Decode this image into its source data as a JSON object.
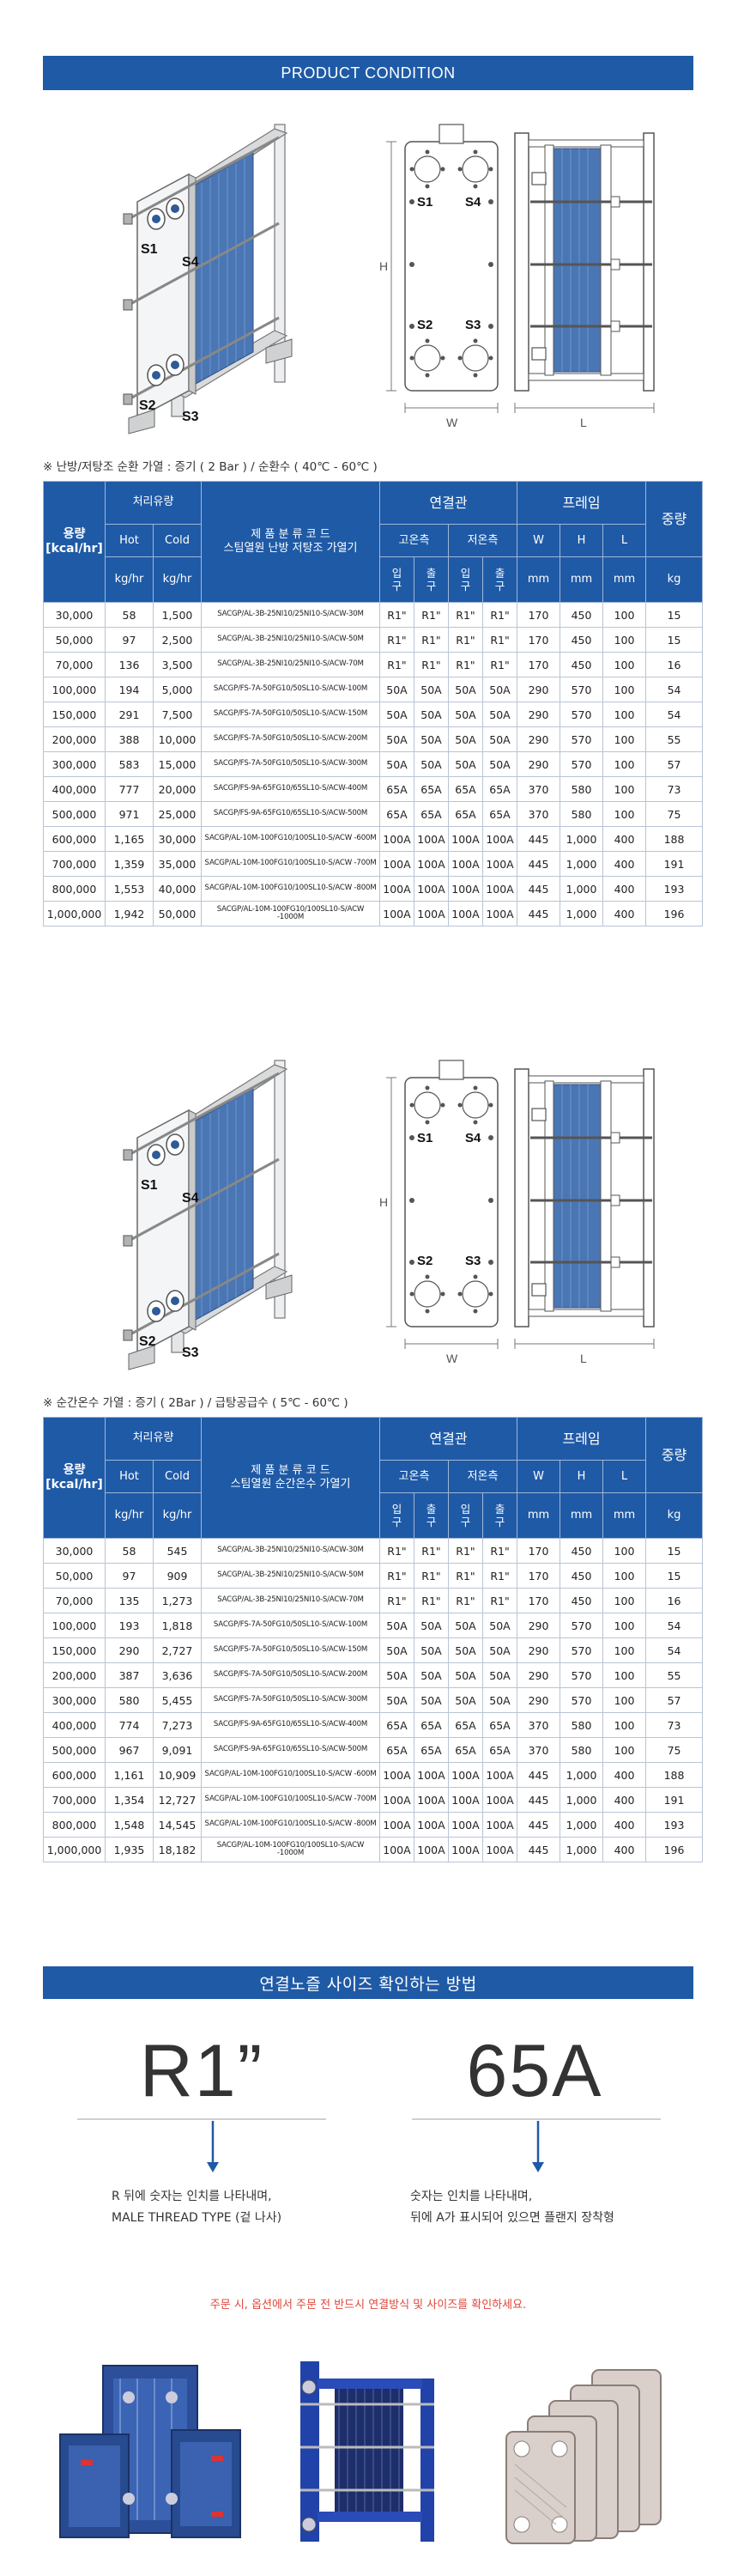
{
  "banner_top": "PRODUCT CONDITION",
  "illustration": {
    "labels": {
      "s1": "S1",
      "s2": "S2",
      "s3": "S3",
      "s4": "S4",
      "h": "H",
      "w": "W",
      "l": "L"
    }
  },
  "section1": {
    "caption": "※ 난방/저탕조 순환 가열 : 증기 ( 2 Bar ) / 순환수 ( 40℃ - 60℃ )",
    "product_title_line1": "제 품 분 류 코 드",
    "product_title_line2": "스팀열원 난방 저탕조 가열기"
  },
  "section2": {
    "caption": "※ 순간온수 가열 : 증기 ( 2Bar ) / 급탕공급수 ( 5℃ - 60℃ )",
    "product_title_line1": "제 품 분 류 코 드",
    "product_title_line2": "스팀열원 순간온수 가열기"
  },
  "headers": {
    "capacity_line1": "용량",
    "capacity_line2": "[kcal/hr]",
    "flow": "처리유량",
    "hot": "Hot",
    "cold": "Cold",
    "kghr": "kg/hr",
    "connection": "연결관",
    "high_side": "고온측",
    "low_side": "저온측",
    "inlet": "입구",
    "outlet": "출구",
    "frame": "프레임",
    "W": "W",
    "H": "H",
    "L": "L",
    "mm": "mm",
    "weight": "중량",
    "kg": "kg"
  },
  "table1": [
    [
      "30,000",
      "58",
      "1,500",
      "SACGP/AL-3B-25NI10/25NI10-S/ACW-30M",
      "R1\"",
      "R1\"",
      "R1\"",
      "R1\"",
      "170",
      "450",
      "100",
      "15"
    ],
    [
      "50,000",
      "97",
      "2,500",
      "SACGP/AL-3B-25NI10/25NI10-S/ACW-50M",
      "R1\"",
      "R1\"",
      "R1\"",
      "R1\"",
      "170",
      "450",
      "100",
      "15"
    ],
    [
      "70,000",
      "136",
      "3,500",
      "SACGP/AL-3B-25NI10/25NI10-S/ACW-70M",
      "R1\"",
      "R1\"",
      "R1\"",
      "R1\"",
      "170",
      "450",
      "100",
      "16"
    ],
    [
      "100,000",
      "194",
      "5,000",
      "SACGP/FS-7A-50FG10/50SL10-S/ACW-100M",
      "50A",
      "50A",
      "50A",
      "50A",
      "290",
      "570",
      "100",
      "54"
    ],
    [
      "150,000",
      "291",
      "7,500",
      "SACGP/FS-7A-50FG10/50SL10-S/ACW-150M",
      "50A",
      "50A",
      "50A",
      "50A",
      "290",
      "570",
      "100",
      "54"
    ],
    [
      "200,000",
      "388",
      "10,000",
      "SACGP/FS-7A-50FG10/50SL10-S/ACW-200M",
      "50A",
      "50A",
      "50A",
      "50A",
      "290",
      "570",
      "100",
      "55"
    ],
    [
      "300,000",
      "583",
      "15,000",
      "SACGP/FS-7A-50FG10/50SL10-S/ACW-300M",
      "50A",
      "50A",
      "50A",
      "50A",
      "290",
      "570",
      "100",
      "57"
    ],
    [
      "400,000",
      "777",
      "20,000",
      "SACGP/FS-9A-65FG10/65SL10-S/ACW-400M",
      "65A",
      "65A",
      "65A",
      "65A",
      "370",
      "580",
      "100",
      "73"
    ],
    [
      "500,000",
      "971",
      "25,000",
      "SACGP/FS-9A-65FG10/65SL10-S/ACW-500M",
      "65A",
      "65A",
      "65A",
      "65A",
      "370",
      "580",
      "100",
      "75"
    ],
    [
      "600,000",
      "1,165",
      "30,000",
      "SACGP/AL-10M-100FG10/100SL10-S/ACW -600M",
      "100A",
      "100A",
      "100A",
      "100A",
      "445",
      "1,000",
      "400",
      "188"
    ],
    [
      "700,000",
      "1,359",
      "35,000",
      "SACGP/AL-10M-100FG10/100SL10-S/ACW -700M",
      "100A",
      "100A",
      "100A",
      "100A",
      "445",
      "1,000",
      "400",
      "191"
    ],
    [
      "800,000",
      "1,553",
      "40,000",
      "SACGP/AL-10M-100FG10/100SL10-S/ACW -800M",
      "100A",
      "100A",
      "100A",
      "100A",
      "445",
      "1,000",
      "400",
      "193"
    ],
    [
      "1,000,000",
      "1,942",
      "50,000",
      "SACGP/AL-10M-100FG10/100SL10-S/ACW -1000M",
      "100A",
      "100A",
      "100A",
      "100A",
      "445",
      "1,000",
      "400",
      "196"
    ]
  ],
  "table2": [
    [
      "30,000",
      "58",
      "545",
      "SACGP/AL-3B-25NI10/25NI10-S/ACW-30M",
      "R1\"",
      "R1\"",
      "R1\"",
      "R1\"",
      "170",
      "450",
      "100",
      "15"
    ],
    [
      "50,000",
      "97",
      "909",
      "SACGP/AL-3B-25NI10/25NI10-S/ACW-50M",
      "R1\"",
      "R1\"",
      "R1\"",
      "R1\"",
      "170",
      "450",
      "100",
      "15"
    ],
    [
      "70,000",
      "135",
      "1,273",
      "SACGP/AL-3B-25NI10/25NI10-S/ACW-70M",
      "R1\"",
      "R1\"",
      "R1\"",
      "R1\"",
      "170",
      "450",
      "100",
      "16"
    ],
    [
      "100,000",
      "193",
      "1,818",
      "SACGP/FS-7A-50FG10/50SL10-S/ACW-100M",
      "50A",
      "50A",
      "50A",
      "50A",
      "290",
      "570",
      "100",
      "54"
    ],
    [
      "150,000",
      "290",
      "2,727",
      "SACGP/FS-7A-50FG10/50SL10-S/ACW-150M",
      "50A",
      "50A",
      "50A",
      "50A",
      "290",
      "570",
      "100",
      "54"
    ],
    [
      "200,000",
      "387",
      "3,636",
      "SACGP/FS-7A-50FG10/50SL10-S/ACW-200M",
      "50A",
      "50A",
      "50A",
      "50A",
      "290",
      "570",
      "100",
      "55"
    ],
    [
      "300,000",
      "580",
      "5,455",
      "SACGP/FS-7A-50FG10/50SL10-S/ACW-300M",
      "50A",
      "50A",
      "50A",
      "50A",
      "290",
      "570",
      "100",
      "57"
    ],
    [
      "400,000",
      "774",
      "7,273",
      "SACGP/FS-9A-65FG10/65SL10-S/ACW-400M",
      "65A",
      "65A",
      "65A",
      "65A",
      "370",
      "580",
      "100",
      "73"
    ],
    [
      "500,000",
      "967",
      "9,091",
      "SACGP/FS-9A-65FG10/65SL10-S/ACW-500M",
      "65A",
      "65A",
      "65A",
      "65A",
      "370",
      "580",
      "100",
      "75"
    ],
    [
      "600,000",
      "1,161",
      "10,909",
      "SACGP/AL-10M-100FG10/100SL10-S/ACW -600M",
      "100A",
      "100A",
      "100A",
      "100A",
      "445",
      "1,000",
      "400",
      "188"
    ],
    [
      "700,000",
      "1,354",
      "12,727",
      "SACGP/AL-10M-100FG10/100SL10-S/ACW -700M",
      "100A",
      "100A",
      "100A",
      "100A",
      "445",
      "1,000",
      "400",
      "191"
    ],
    [
      "800,000",
      "1,548",
      "14,545",
      "SACGP/AL-10M-100FG10/100SL10-S/ACW -800M",
      "100A",
      "100A",
      "100A",
      "100A",
      "445",
      "1,000",
      "400",
      "193"
    ],
    [
      "1,000,000",
      "1,935",
      "18,182",
      "SACGP/AL-10M-100FG10/100SL10-S/ACW -1000M",
      "100A",
      "100A",
      "100A",
      "100A",
      "445",
      "1,000",
      "400",
      "196"
    ]
  ],
  "method": {
    "title": "연결노즐 사이즈 확인하는 방법",
    "left_big": "R1”",
    "left_desc_line1": "R 뒤에 숫자는 인치를 나타내며,",
    "left_desc_line2": "MALE THREAD TYPE (겉 나사)",
    "right_big": "65A",
    "right_desc_line1": "숫자는 인치를 나타내며,",
    "right_desc_line2": "뒤에 A가 표시되어 있으면 플랜지 장착형",
    "note": "주문 시, 옵션에서 주문 전 반드시 연결방식 및 사이즈를 확인하세요."
  },
  "colors": {
    "brand_blue": "#1f5aa6",
    "plate_blue": "#4a76b4",
    "note_red": "#e0473a"
  }
}
